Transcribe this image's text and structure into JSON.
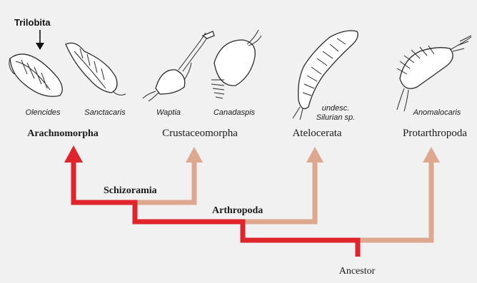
{
  "top_label": "Trilobita",
  "species": {
    "olencides": "Olencides",
    "sanctacaris": "Sanctacaris",
    "waptia": "Waptia",
    "canadaspis": "Canadaspis",
    "undesc_line1": "undesc.",
    "undesc_line2": "Silurian sp.",
    "anomalocaris": "Anomalocaris"
  },
  "groups": {
    "arachnomorpha": "Arachnomorpha",
    "crustaceomorpha": "Crustaceomorpha",
    "atelocerata": "Atelocerata",
    "protarthropoda": "Protarthropoda"
  },
  "nodes": {
    "schizoramia": "Schizoramia",
    "arthropoda": "Arthropoda",
    "ancestor": "Ancestor"
  },
  "colors": {
    "main_branch": "#e0242b",
    "side_branch": "#dea890",
    "background": "#f1f1f1"
  }
}
